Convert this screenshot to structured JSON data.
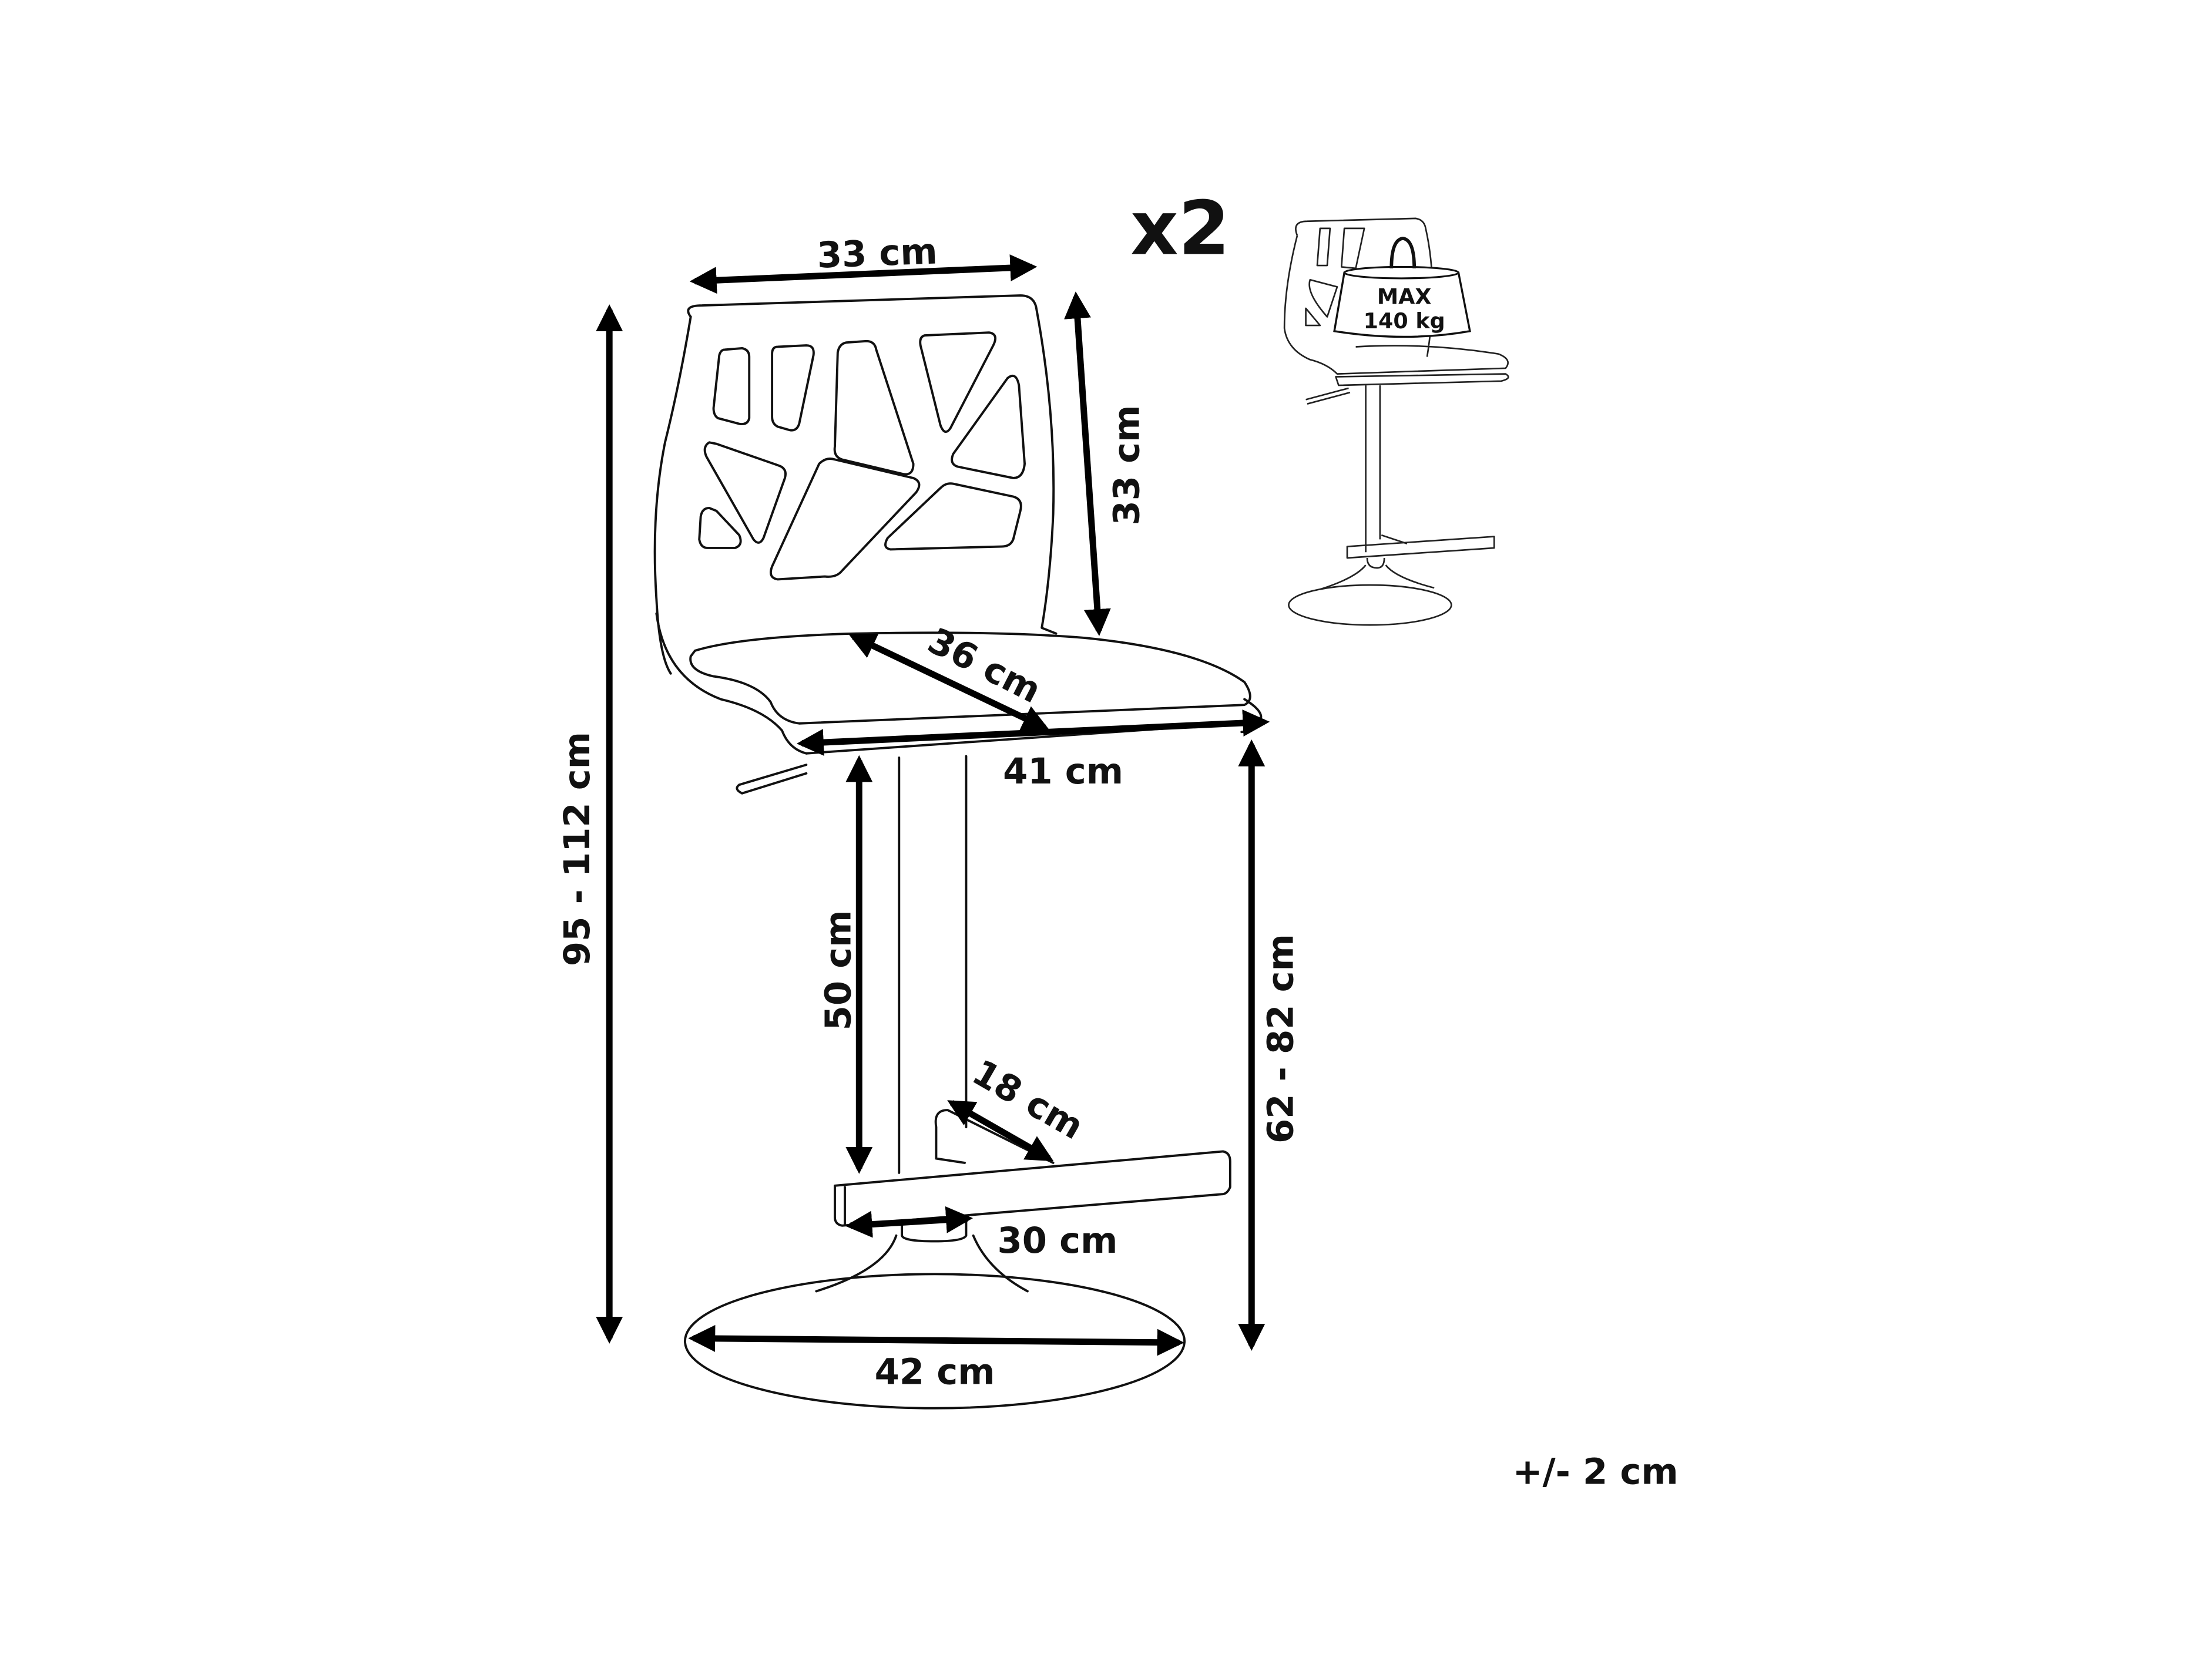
{
  "title": "Bar stool dimensions",
  "quantity": "x2",
  "max_load": {
    "line1": "MAX",
    "line2": "140 kg"
  },
  "dimensions": {
    "back_width": "33 cm",
    "back_height": "33 cm",
    "seat_depth": "36 cm",
    "seat_width": "41 cm",
    "total_height": "95 - 112 cm",
    "seat_height": "62 - 82 cm",
    "column_height": "50 cm",
    "footrest_depth": "18 cm",
    "footrest_width": "30 cm",
    "base_diameter": "42 cm"
  },
  "tolerance": "+/- 2 cm"
}
